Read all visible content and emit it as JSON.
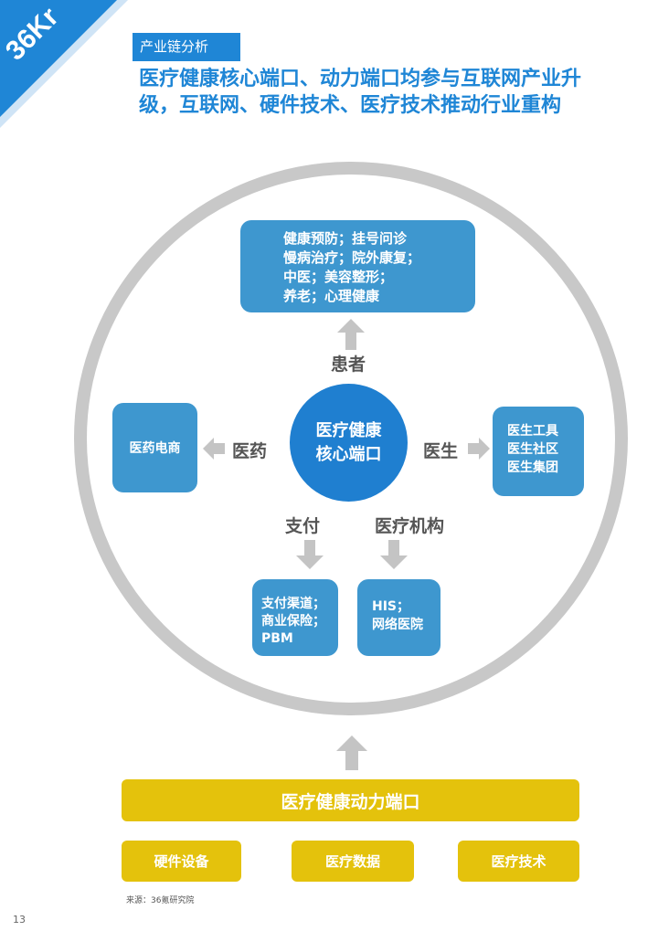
{
  "header": {
    "logo_text": "36Kr",
    "section_tag": "产业链分析",
    "headline_line1": "医疗健康核心端口、动力端口均参与互联网产业升",
    "headline_line2": "级，互联网、硬件技术、医疗技术推动行业重构"
  },
  "diagram": {
    "center_line1": "医疗健康",
    "center_line2": "核心端口",
    "patient": {
      "label": "患者",
      "box_text": "健康预防；挂号问诊\n慢病治疗；院外康复；\n中医；美容整形；\n养老；心理健康"
    },
    "pharma": {
      "label": "医药",
      "box_text": "医药电商"
    },
    "doctor": {
      "label": "医生",
      "box_text": "医生工具\n医生社区\n医生集团"
    },
    "payment": {
      "label": "支付",
      "box_text": "支付渠道；\n商业保险；\nPBM"
    },
    "institution": {
      "label": "医疗机构",
      "box_text": "HIS；\n网络医院"
    }
  },
  "power": {
    "title": "医疗健康动力端口",
    "items": [
      "硬件设备",
      "医疗数据",
      "医疗技术"
    ]
  },
  "footer": {
    "source": "来源：36氪研究院",
    "page_number": "13"
  },
  "colors": {
    "brand_blue": "#1f86d6",
    "box_blue": "#3e97cf",
    "center_blue": "#1f7fd0",
    "ring_gray": "#c8c8c8",
    "arrow_gray": "#c4c4c4",
    "power_yellow": "#e4c20c"
  }
}
